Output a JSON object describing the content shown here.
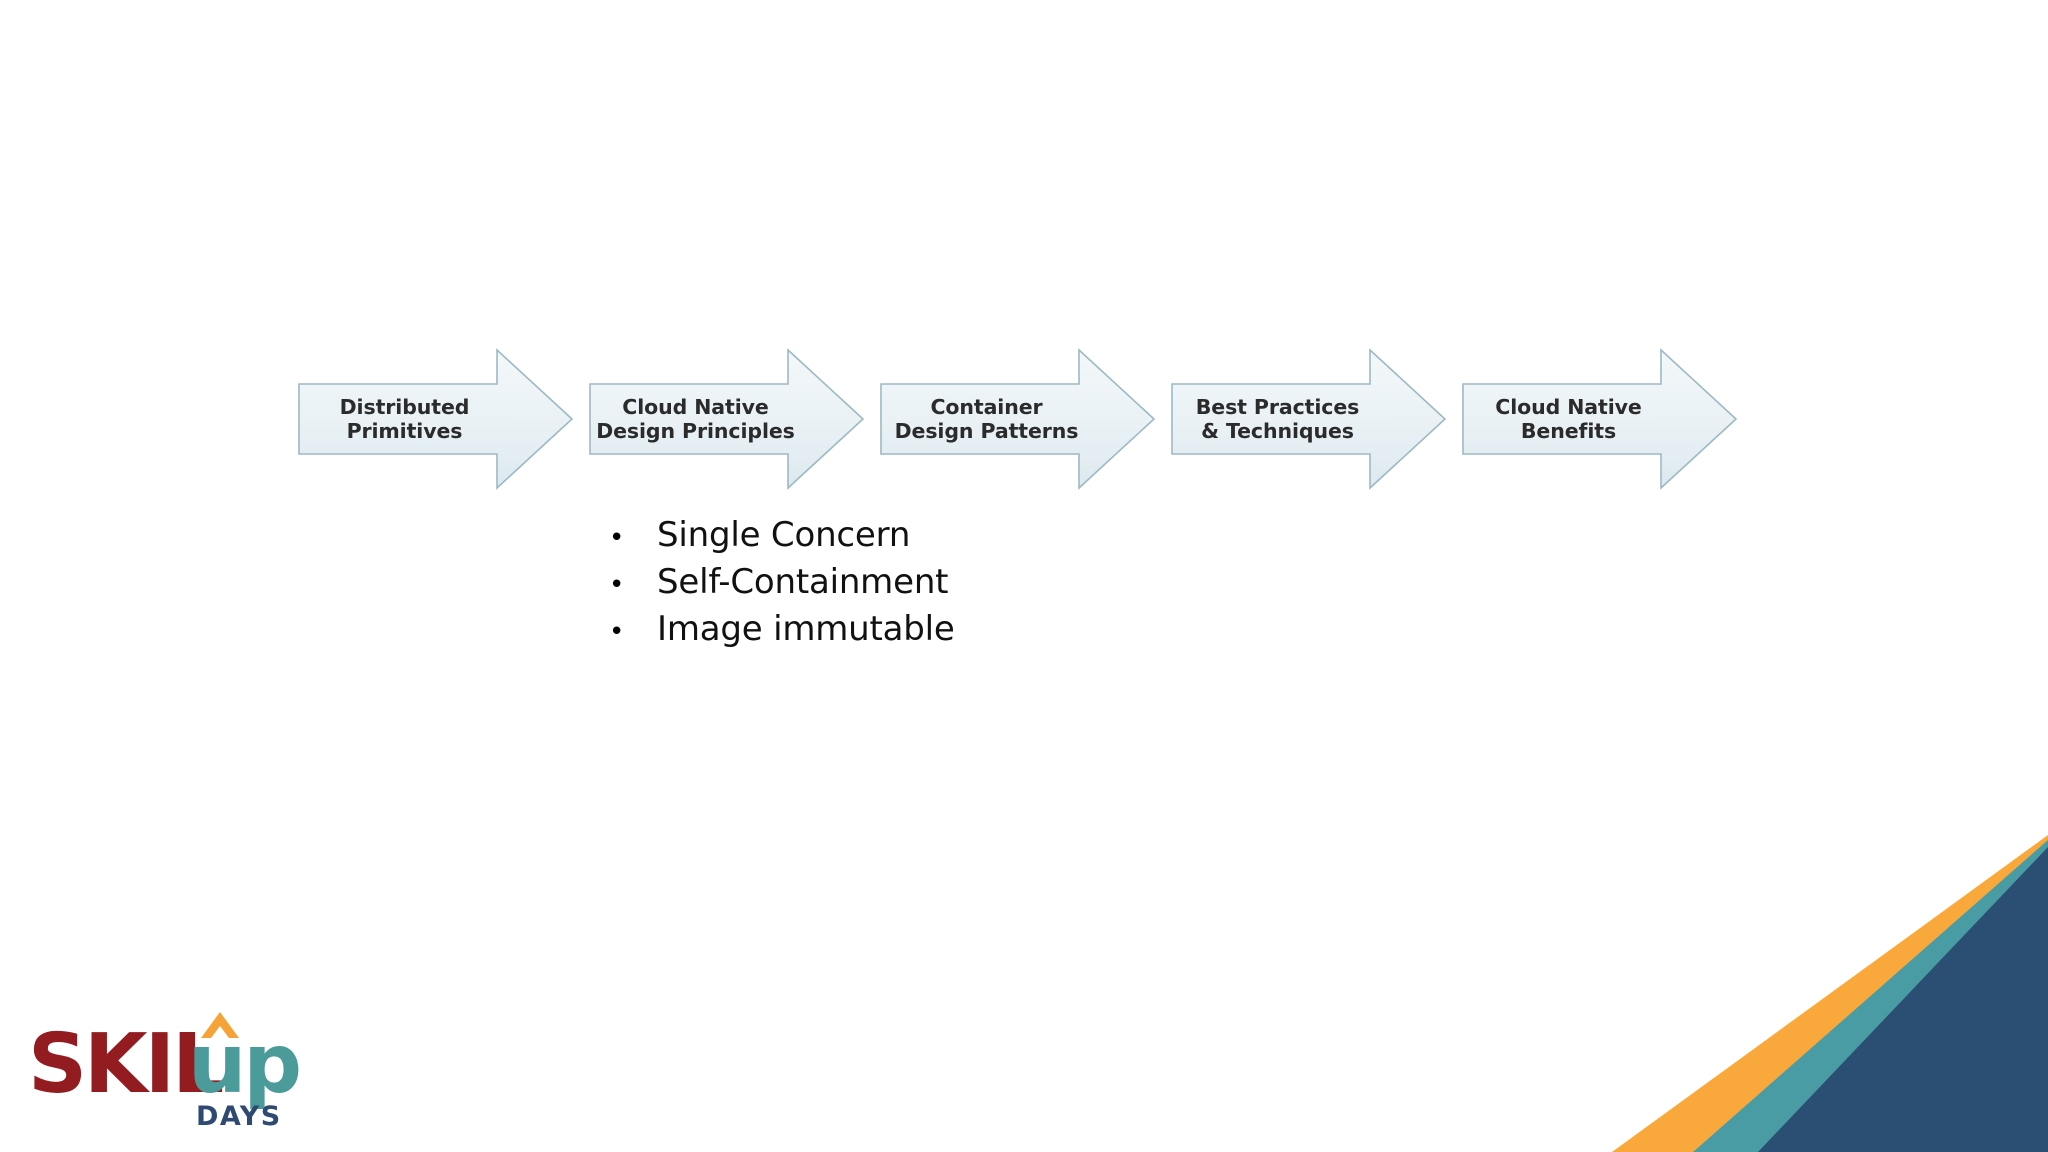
{
  "slide": {
    "background_color": "#ffffff",
    "title": ""
  },
  "process_flow": {
    "name": "cloud-native-journey",
    "step_fill_top": "#eef4f7",
    "step_fill_bottom": "#e2ecf1",
    "step_border_color": "#9db9c4",
    "step_text_color": "#2b2b2b",
    "steps": [
      {
        "id": "distributed-primitives",
        "line1": "Distributed",
        "line2": "Primitives"
      },
      {
        "id": "cloud-native-design-principles",
        "line1": "Cloud Native",
        "line2": "Design Principles"
      },
      {
        "id": "container-design-patterns",
        "line1": "Container",
        "line2": "Design Patterns"
      },
      {
        "id": "best-practices-techniques",
        "line1": "Best Practices",
        "line2": "& Techniques"
      },
      {
        "id": "cloud-native-benefits",
        "line1": "Cloud Native",
        "line2": "Benefits"
      }
    ]
  },
  "bullets": {
    "marker": "•",
    "text_color": "#111111",
    "items": [
      {
        "label": "Single Concern"
      },
      {
        "label": "Self-Containment"
      },
      {
        "label": "Image immutable"
      }
    ]
  },
  "logo": {
    "name": "skilup-days-logo",
    "word_primary": "SKIL",
    "word_secondary": "up",
    "word_tertiary": "DAYS",
    "color_primary": "#921C20",
    "color_secondary": "#4C9B9B",
    "color_accent": "#F5A336",
    "color_tertiary": "#2E4A72"
  },
  "corner_decoration": {
    "name": "corner-ribbon",
    "color_outer": "#F9A93C",
    "color_middle": "#4A9CA4",
    "color_inner": "#2B4E73"
  }
}
